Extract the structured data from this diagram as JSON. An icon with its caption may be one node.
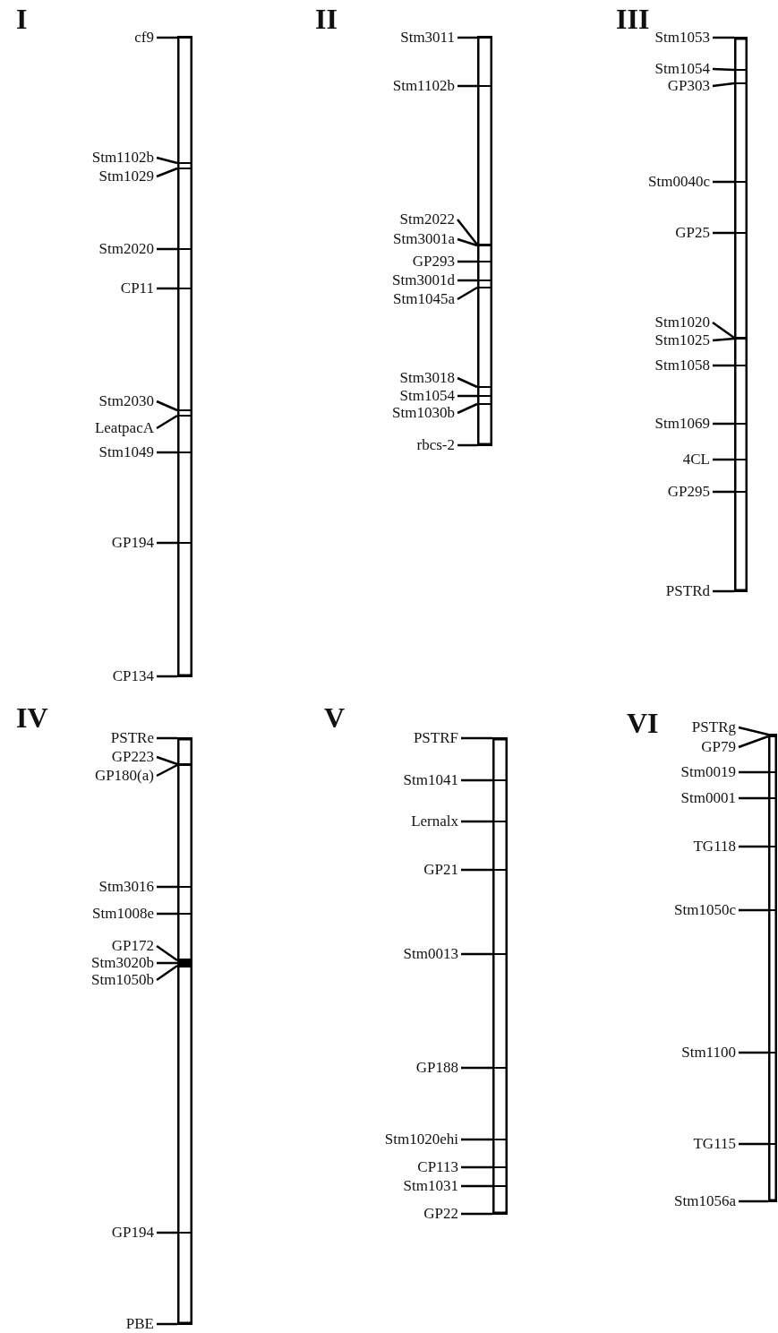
{
  "diagram": {
    "nodes": [
      {
        "text": [],
        "shape": "bar"
      },
      {
        "text": [
          "cf9"
        ]
      },
      {
        "text": [
          "Stm1102b"
        ]
      },
      {
        "text": [
          "Stm1029"
        ]
      },
      {
        "text": [
          "Stm2020"
        ]
      },
      {
        "text": [
          "CP11"
        ]
      },
      {
        "text": [
          "Stm2030"
        ]
      },
      {
        "text": [
          "LeatpacA"
        ]
      },
      {
        "text": [
          "Stm1049"
        ]
      },
      {
        "text": [
          "GP194"
        ]
      },
      {
        "text": [
          "CP134"
        ]
      },
      {
        "text": [],
        "shape": "bar"
      },
      {
        "text": [
          "Stm3011"
        ]
      },
      {
        "text": [
          "Stm1102b"
        ]
      },
      {
        "text": [
          "Stm2022"
        ]
      },
      {
        "text": [
          "Stm3001a"
        ]
      },
      {
        "text": [
          "GP293"
        ]
      },
      {
        "text": [
          "Stm3001d"
        ]
      },
      {
        "text": [
          "Stm1045a"
        ]
      },
      {
        "text": [
          "Stm3018"
        ]
      },
      {
        "text": [
          "Stm1054"
        ]
      },
      {
        "text": [
          "Stm1030b"
        ]
      },
      {
        "text": [
          "rbcs-2"
        ]
      },
      {
        "text": [],
        "shape": "bar"
      },
      {
        "text": [
          "Stm1053"
        ]
      },
      {
        "text": [
          "Stm1054"
        ]
      },
      {
        "text": [
          "GP303"
        ]
      },
      {
        "text": [
          "Stm0040c"
        ]
      },
      {
        "text": [
          "GP25"
        ]
      },
      {
        "text": [
          "Stm1020"
        ]
      },
      {
        "text": [
          "Stm1025"
        ]
      },
      {
        "text": [
          "Stm1058"
        ]
      },
      {
        "text": [
          "Stm1069"
        ]
      },
      {
        "text": [
          "4CL"
        ]
      },
      {
        "text": [
          "GP295"
        ]
      },
      {
        "text": [
          "PSTRd"
        ]
      },
      {
        "text": [],
        "shape": "bar"
      },
      {
        "text": [
          "PSTRe"
        ]
      },
      {
        "text": [
          "GP223"
        ]
      },
      {
        "text": [
          "GP180(a)"
        ]
      },
      {
        "text": [
          "Stm3016"
        ]
      },
      {
        "text": [
          "Stm1008e"
        ]
      },
      {
        "text": [
          "GP172"
        ]
      },
      {
        "text": [
          "Stm3020b"
        ]
      },
      {
        "text": [
          "Stm1050b"
        ]
      },
      {
        "text": [
          "GP194"
        ]
      },
      {
        "text": [
          "PBE"
        ]
      },
      {
        "text": [],
        "shape": "bar"
      },
      {
        "text": [
          "PSTRF"
        ]
      },
      {
        "text": [
          "Stm1041"
        ]
      },
      {
        "text": [
          "Lernalx"
        ]
      },
      {
        "text": [
          "GP21"
        ]
      },
      {
        "text": [
          "Stm0013"
        ]
      },
      {
        "text": [
          "GP188"
        ]
      },
      {
        "text": [
          "Stm1020ehi"
        ]
      },
      {
        "text": [
          "CP113"
        ]
      },
      {
        "text": [
          "Stm1031"
        ]
      },
      {
        "text": [
          "GP22"
        ]
      },
      {
        "text": [],
        "shape": "bar"
      },
      {
        "text": [
          "PSTRg"
        ]
      },
      {
        "text": [
          "GP79"
        ]
      },
      {
        "text": [
          "Stm0019"
        ]
      },
      {
        "text": [
          "Stm0001"
        ]
      },
      {
        "text": [
          "TG118"
        ]
      },
      {
        "text": [
          "Stm1050c"
        ]
      },
      {
        "text": [
          "Stm1100"
        ]
      },
      {
        "text": [
          "TG115"
        ]
      },
      {
        "text": [
          "Stm1056a"
        ]
      }
    ],
    "edges": [
      {
        "from": 1,
        "to": 0,
        "arrow": "none"
      },
      {
        "from": 2,
        "to": 0,
        "arrow": "none"
      },
      {
        "from": 3,
        "to": 0,
        "arrow": "none"
      },
      {
        "from": 4,
        "to": 0,
        "arrow": "none"
      },
      {
        "from": 5,
        "to": 0,
        "arrow": "none"
      },
      {
        "from": 6,
        "to": 0,
        "arrow": "none"
      },
      {
        "from": 7,
        "to": 0,
        "arrow": "none"
      },
      {
        "from": 8,
        "to": 0,
        "arrow": "none"
      },
      {
        "from": 9,
        "to": 0,
        "arrow": "none"
      },
      {
        "from": 10,
        "to": 0,
        "arrow": "none"
      },
      {
        "from": 12,
        "to": 11,
        "arrow": "none"
      },
      {
        "from": 13,
        "to": 11,
        "arrow": "none"
      },
      {
        "from": 14,
        "to": 11,
        "arrow": "none"
      },
      {
        "from": 15,
        "to": 11,
        "arrow": "none"
      },
      {
        "from": 16,
        "to": 11,
        "arrow": "none"
      },
      {
        "from": 17,
        "to": 11,
        "arrow": "none"
      },
      {
        "from": 18,
        "to": 11,
        "arrow": "none"
      },
      {
        "from": 19,
        "to": 11,
        "arrow": "none"
      },
      {
        "from": 20,
        "to": 11,
        "arrow": "none"
      },
      {
        "from": 21,
        "to": 11,
        "arrow": "none"
      },
      {
        "from": 22,
        "to": 11,
        "arrow": "none"
      },
      {
        "from": 24,
        "to": 23,
        "arrow": "none"
      },
      {
        "from": 25,
        "to": 23,
        "arrow": "none"
      },
      {
        "from": 26,
        "to": 23,
        "arrow": "none"
      },
      {
        "from": 27,
        "to": 23,
        "arrow": "none"
      },
      {
        "from": 28,
        "to": 23,
        "arrow": "none"
      },
      {
        "from": 29,
        "to": 23,
        "arrow": "none"
      },
      {
        "from": 30,
        "to": 23,
        "arrow": "none"
      },
      {
        "from": 31,
        "to": 23,
        "arrow": "none"
      },
      {
        "from": 32,
        "to": 23,
        "arrow": "none"
      },
      {
        "from": 33,
        "to": 23,
        "arrow": "none"
      },
      {
        "from": 34,
        "to": 23,
        "arrow": "none"
      },
      {
        "from": 35,
        "to": 23,
        "arrow": "none"
      },
      {
        "from": 37,
        "to": 36,
        "arrow": "none"
      },
      {
        "from": 38,
        "to": 36,
        "arrow": "none"
      },
      {
        "from": 39,
        "to": 36,
        "arrow": "none"
      },
      {
        "from": 40,
        "to": 36,
        "arrow": "none"
      },
      {
        "from": 41,
        "to": 36,
        "arrow": "none"
      },
      {
        "from": 42,
        "to": 36,
        "arrow": "none"
      },
      {
        "from": 43,
        "to": 36,
        "arrow": "none"
      },
      {
        "from": 44,
        "to": 36,
        "arrow": "none"
      },
      {
        "from": 45,
        "to": 36,
        "arrow": "none"
      },
      {
        "from": 46,
        "to": 36,
        "arrow": "none"
      },
      {
        "from": 48,
        "to": 47,
        "arrow": "none"
      },
      {
        "from": 49,
        "to": 47,
        "arrow": "none"
      },
      {
        "from": 50,
        "to": 47,
        "arrow": "none"
      },
      {
        "from": 51,
        "to": 47,
        "arrow": "none"
      },
      {
        "from": 52,
        "to": 47,
        "arrow": "none"
      },
      {
        "from": 53,
        "to": 47,
        "arrow": "none"
      },
      {
        "from": 54,
        "to": 47,
        "arrow": "none"
      },
      {
        "from": 55,
        "to": 47,
        "arrow": "none"
      },
      {
        "from": 56,
        "to": 47,
        "arrow": "none"
      },
      {
        "from": 57,
        "to": 47,
        "arrow": "none"
      },
      {
        "from": 59,
        "to": 58,
        "arrow": "none"
      },
      {
        "from": 60,
        "to": 58,
        "arrow": "none"
      },
      {
        "from": 61,
        "to": 58,
        "arrow": "none"
      },
      {
        "from": 62,
        "to": 58,
        "arrow": "none"
      },
      {
        "from": 63,
        "to": 58,
        "arrow": "none"
      },
      {
        "from": 64,
        "to": 58,
        "arrow": "none"
      },
      {
        "from": 65,
        "to": 58,
        "arrow": "none"
      },
      {
        "from": 66,
        "to": 58,
        "arrow": "none"
      },
      {
        "from": 67,
        "to": 58,
        "arrow": "none"
      }
    ],
    "labels": [
      "I",
      "II",
      "III",
      "IV",
      "V",
      "VI"
    ]
  }
}
